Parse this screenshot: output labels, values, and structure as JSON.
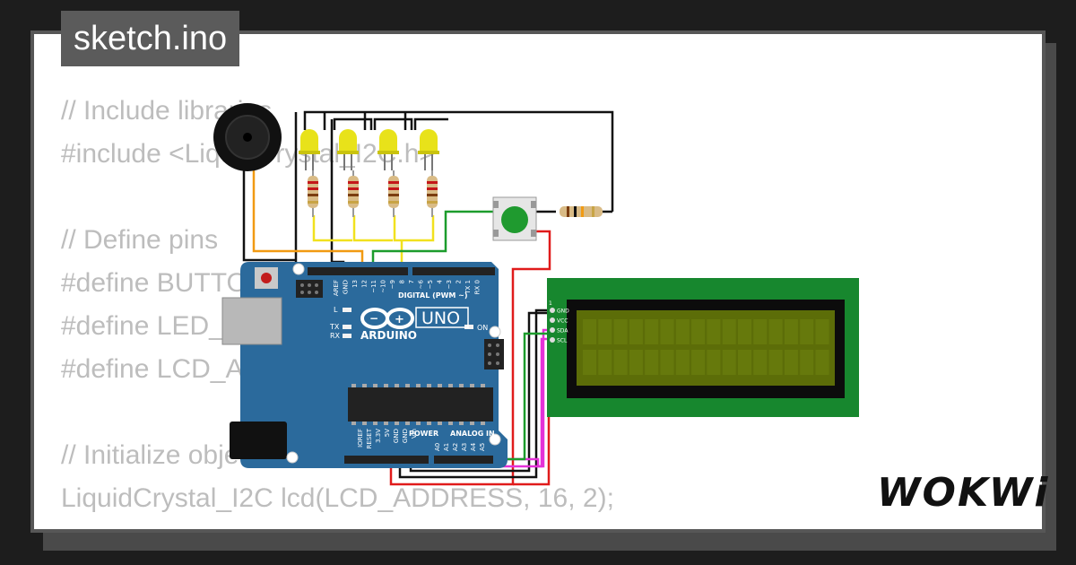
{
  "file_tab": {
    "label": "sketch.ino"
  },
  "code_lines": [
    "// Include libraries",
    "#include <LiquidCrystal_I2C.h>",
    "",
    "// Define pins",
    "#define BUTTON_PIN 2",
    "#define LED_PIN 8",
    "#define LCD_ADDRESS 0x27",
    "",
    "// Initialize objects",
    "LiquidCrystal_I2C lcd(LCD_ADDRESS, 16, 2);"
  ],
  "arduino": {
    "brand": "ARDUINO",
    "model": "UNO",
    "digital_label": "DIGITAL (PWM ~)",
    "power_label": "POWER",
    "analog_label": "ANALOG IN",
    "on_label": "ON",
    "l_label": "L",
    "tx_label": "TX",
    "rx_label": "RX",
    "digital_pins": [
      "AREF",
      "GND",
      "13",
      "12",
      "~11",
      "~10",
      "~9",
      "8",
      "7",
      "~6",
      "~5",
      "4",
      "~3",
      "2",
      "TX 1",
      "RX 0"
    ],
    "power_pins": [
      "IOREF",
      "RESET",
      "3.3V",
      "5V",
      "GND",
      "GND",
      "Vin"
    ],
    "analog_pins": [
      "A0",
      "A1",
      "A2",
      "A3",
      "A4",
      "A5"
    ]
  },
  "lcd": {
    "pins": [
      "GND",
      "VCC",
      "SDA",
      "SCL"
    ],
    "pin1_marker": "1"
  },
  "logo": {
    "text": "WOKWi"
  },
  "colors": {
    "board": "#2b6a9c",
    "lcd_pcb": "#17872e",
    "lcd_screen": "#5c6d08",
    "led": "#e8e21a",
    "button": "#1f9a2f",
    "wire_red": "#e01b1b",
    "wire_yellow": "#f1e11e",
    "wire_green": "#1c9c2c",
    "wire_orange": "#f19a12",
    "wire_magenta": "#e432d8"
  }
}
